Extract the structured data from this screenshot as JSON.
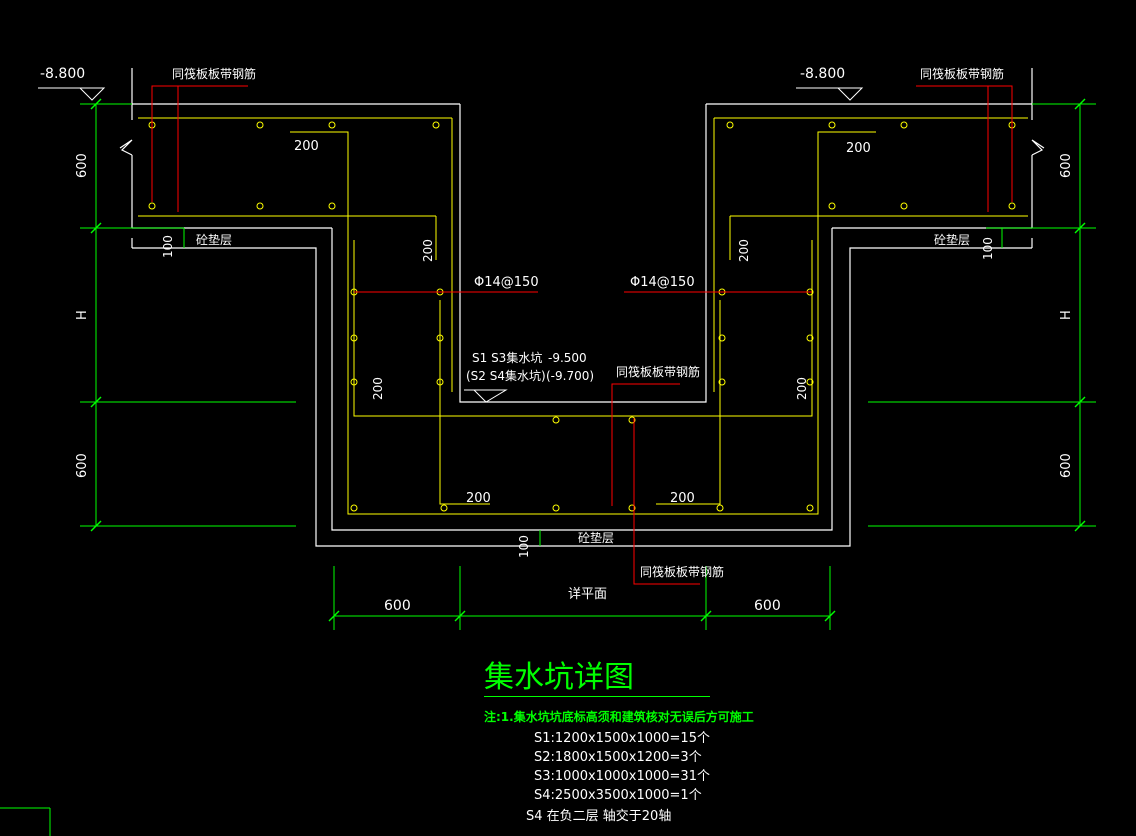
{
  "labels": {
    "elev_left": "-8.800",
    "elev_right": "-8.800",
    "rebar_top_left": "同筏板板带钢筋",
    "rebar_top_right": "同筏板板带钢筋",
    "rebar_center": "同筏板板带钢筋",
    "rebar_bottom": "同筏板板带钢筋",
    "cushion_left": "砼垫层",
    "cushion_right": "砼垫层",
    "cushion_bottom": "砼垫层",
    "bar_left": "Φ14@150",
    "bar_right": "Φ14@150",
    "pit_line1": "S1 S3集水坑",
    "pit_line2": "(S2 S4集水坑)",
    "pit_elev1": "-9.500",
    "pit_elev2": "(-9.700)",
    "see_plan": "详平面"
  },
  "dims": {
    "d600_left_top": "600",
    "d600_right_top": "600",
    "dH_left": "H",
    "dH_right": "H",
    "d600_left_bot": "600",
    "d600_right_bot": "600",
    "d100_left": "100",
    "d100_right": "100",
    "d100_bottom": "100",
    "d200_a": "200",
    "d200_b": "200",
    "d200_c": "200",
    "d200_d": "200",
    "d200_e": "200",
    "d200_f": "200",
    "d200_g": "200",
    "d200_h": "200",
    "w600_left": "600",
    "w600_right": "600"
  },
  "title": "集水坑详图",
  "notes": {
    "head": "注:1.集水坑坑底标高须和建筑核对无误后方可施工",
    "s1": "S1:1200x1500x1000=15个",
    "s2": "S2:1800x1500x1200=3个",
    "s3": "S3:1000x1000x1000=31个",
    "s4": "S4:2500x3500x1000=1个",
    "s4b": "S4 在负二层 轴交于20轴"
  },
  "colors": {
    "background": "#000000",
    "concrete": "#ffffff",
    "rebar": "#ffff00",
    "leader": "#ff0000",
    "dimension": "#00ff00"
  }
}
